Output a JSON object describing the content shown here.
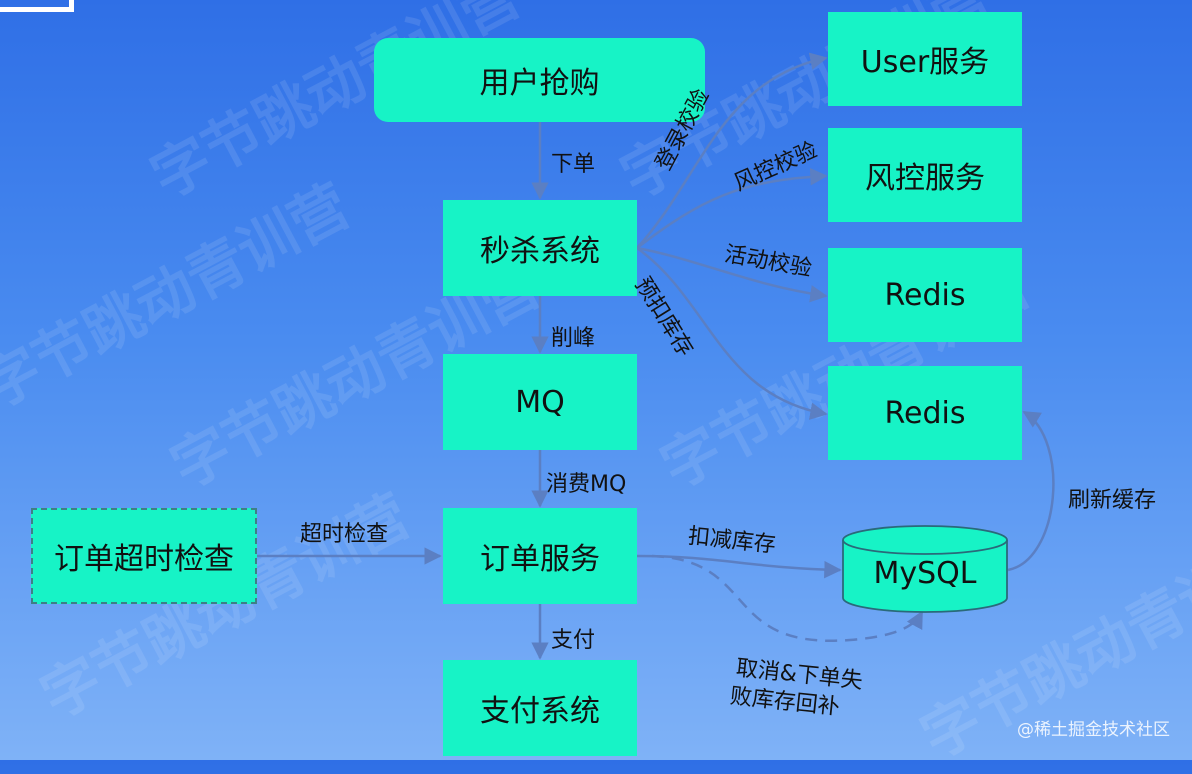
{
  "nodes": {
    "user_snapup": "用户抢购",
    "seckill_system": "秒杀系统",
    "mq": "MQ",
    "order_service": "订单服务",
    "payment_system": "支付系统",
    "order_timeout_check": "订单超时检查",
    "user_service": "User服务",
    "risk_service": "风控服务",
    "redis_a": "Redis",
    "redis_b": "Redis",
    "mysql": "MySQL"
  },
  "edge_labels": {
    "place_order": "下单",
    "peak_shaving": "削峰",
    "consume_mq": "消费MQ",
    "pay": "支付",
    "timeout_check": "超时检查",
    "login_check": "登录校验",
    "risk_check": "风控校验",
    "activity_check": "活动校验",
    "pre_deduct_stock": "预扣库存",
    "deduct_stock": "扣减库存",
    "refresh_cache": "刷新缓存",
    "restore_line1": "取消&下单失",
    "restore_line2": "败库存回补"
  },
  "watermark": "字节跳动青训营",
  "credit": "@稀土掘金技术社区",
  "colors": {
    "node_fill": "#17f3c6",
    "edge": "#5b7fc3"
  }
}
